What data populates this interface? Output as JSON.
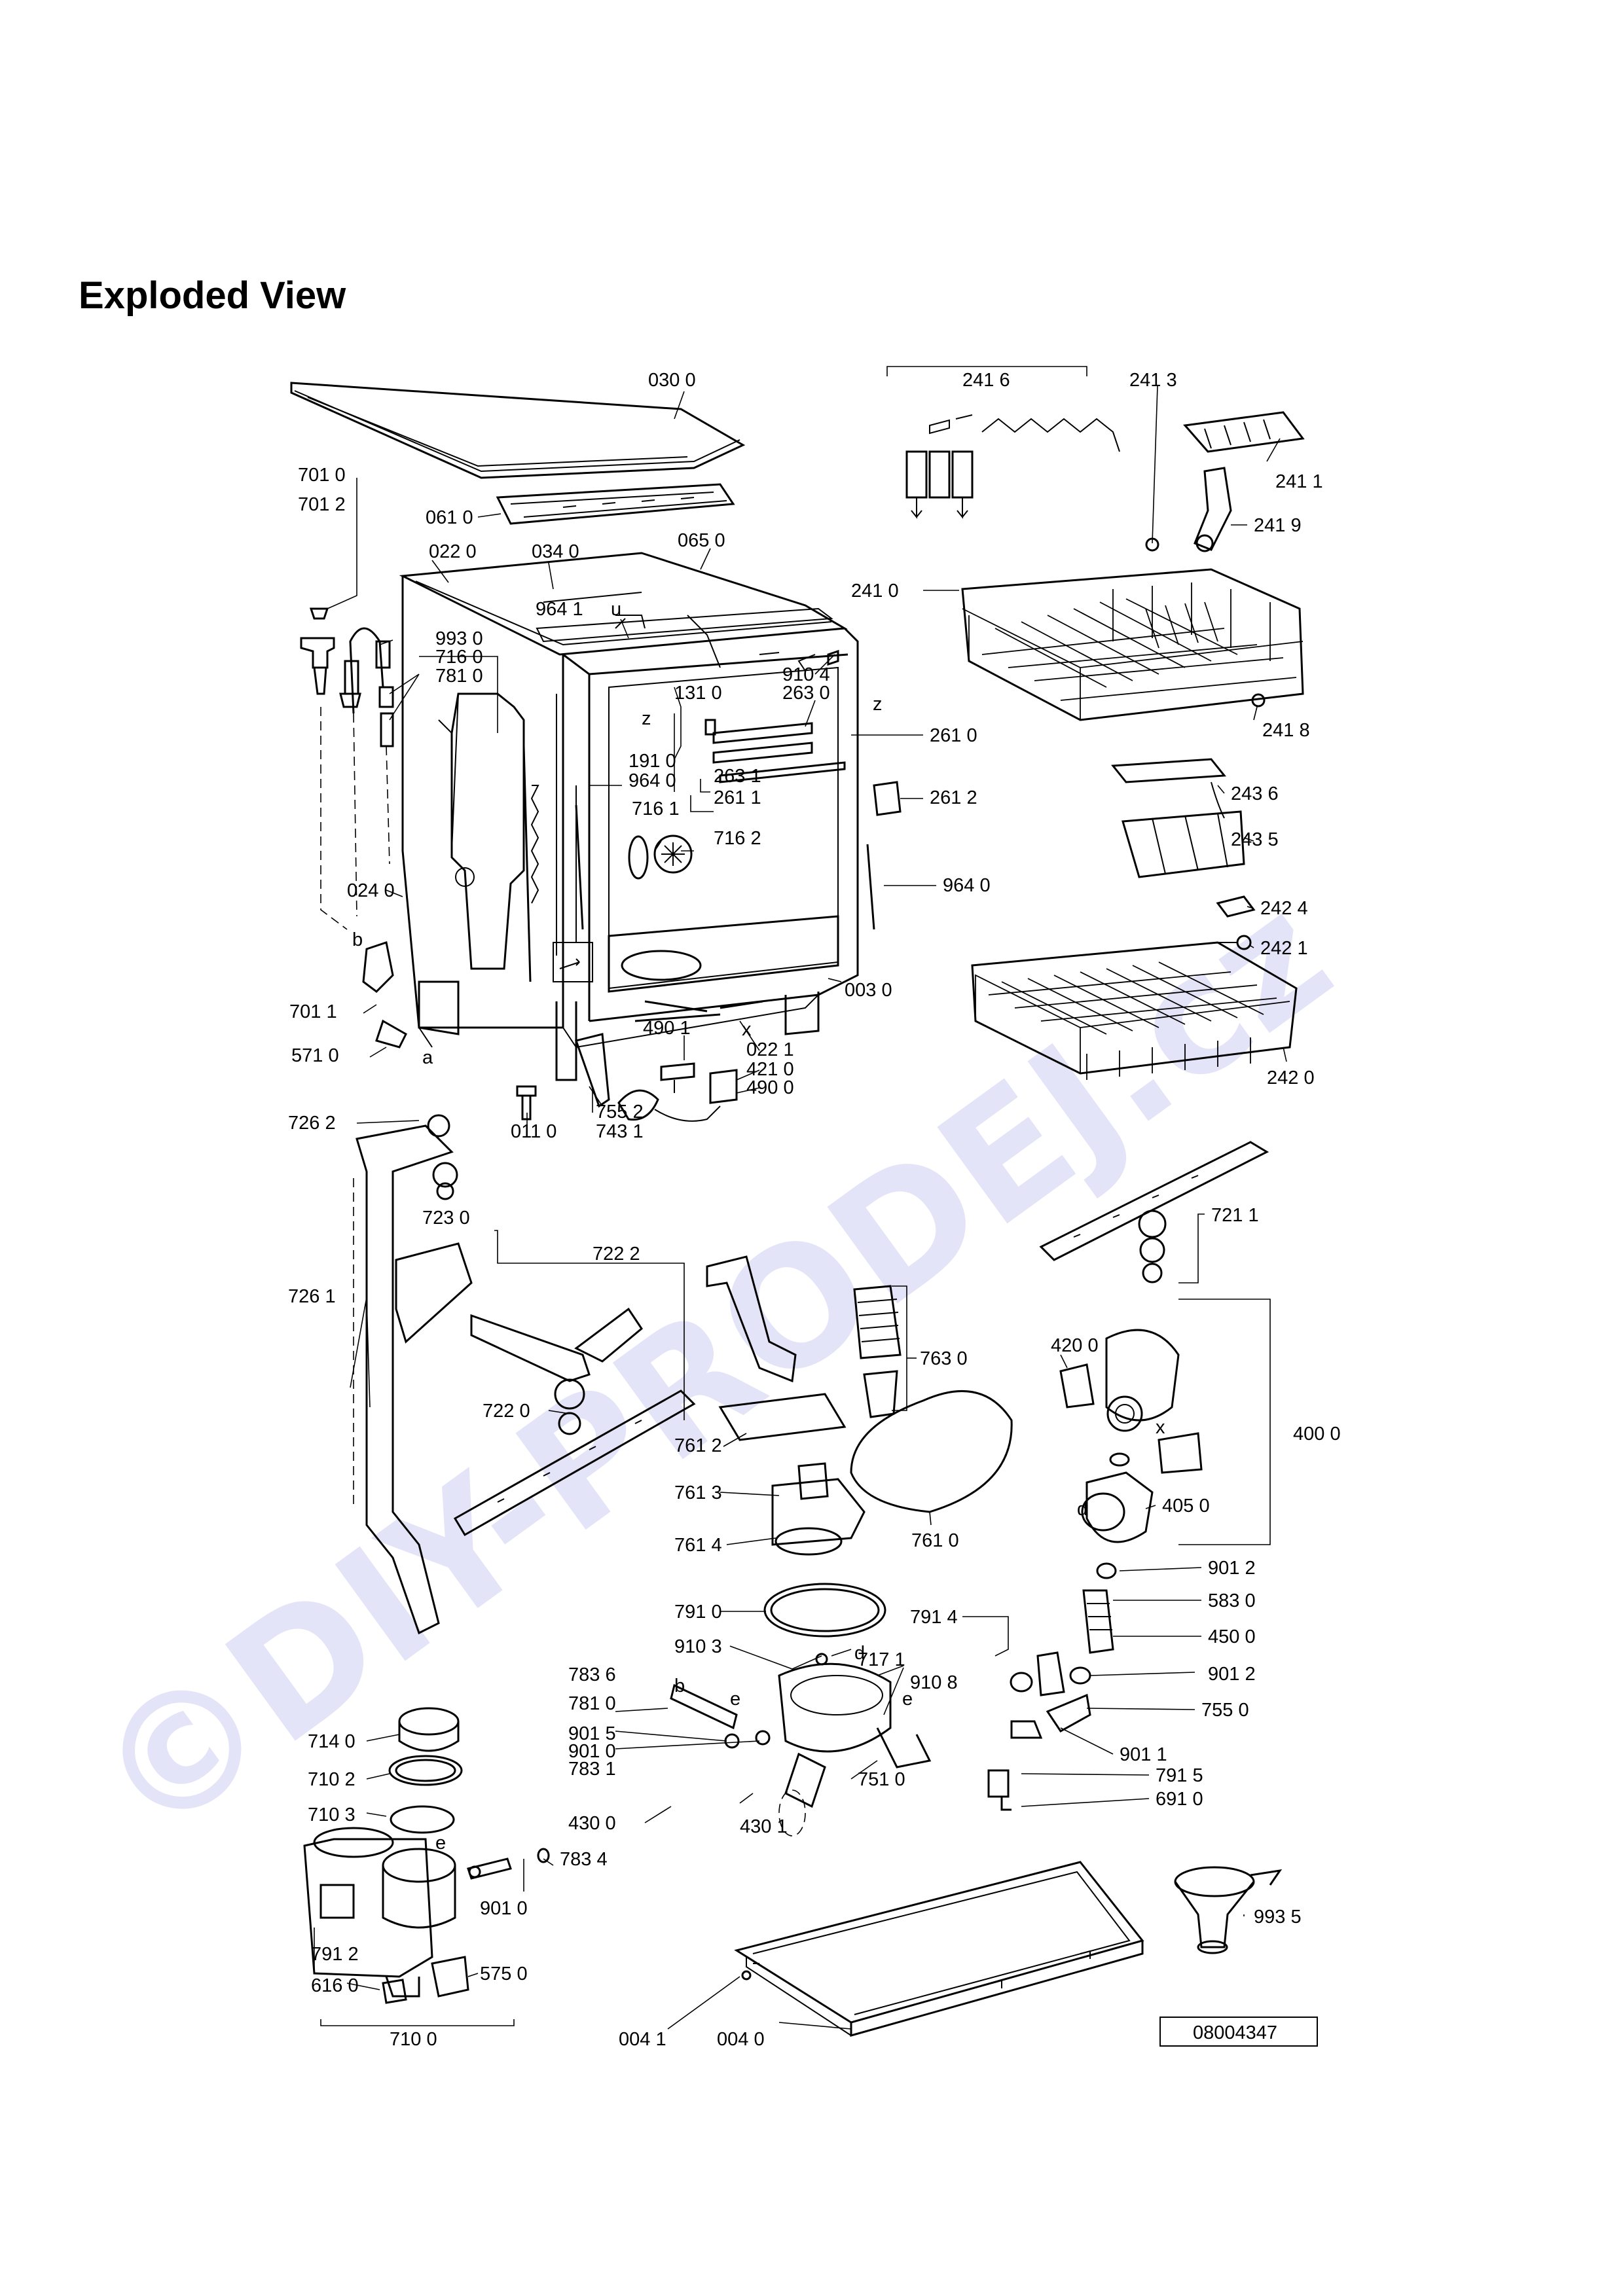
{
  "title": "Exploded View",
  "watermark": "©DIY-PRODEJ.cz",
  "drawing_number": "08004347",
  "letters": [
    "b",
    "a",
    "z",
    "u",
    "z",
    "x",
    "d",
    "e",
    "b",
    "d",
    "e",
    "x",
    "e"
  ],
  "labels": [
    "030 0",
    "701 0",
    "701 2",
    "061 0",
    "022 0",
    "034 0",
    "065 0",
    "964 1",
    "993 0",
    "716 0",
    "781 0",
    "910 4",
    "131 0",
    "263 0",
    "261 0",
    "191 0",
    "263 1",
    "964 0",
    "261 1",
    "261 2",
    "716 1",
    "716 2",
    "964 0",
    "024 0",
    "003 0",
    "701 1",
    "490 1",
    "571 0",
    "022 1",
    "421 0",
    "490 0",
    "755 2",
    "011 0",
    "743 1",
    "241 6",
    "241 3",
    "241 1",
    "241 9",
    "241 0",
    "241 8",
    "243 6",
    "243 5",
    "242 4",
    "242 1",
    "242 0",
    "726 2",
    "723 0",
    "722 2",
    "721 1",
    "726 1",
    "763 0",
    "420 0",
    "722 0",
    "761 2",
    "400 0",
    "761 3",
    "405 0",
    "761 4",
    "761 0",
    "901 2",
    "791 0",
    "583 0",
    "791 4",
    "910 3",
    "450 0",
    "783 6",
    "717 1",
    "901 2",
    "781 0",
    "910 8",
    "755 0",
    "901 5",
    "714 0",
    "901 0",
    "901 1",
    "791 5",
    "783 1",
    "710 2",
    "751 0",
    "691 0",
    "430 0",
    "710 3",
    "430 1",
    "783 4",
    "901 0",
    "993 5",
    "791 2",
    "575 0",
    "616 0",
    "710 0",
    "004 1",
    "004 0"
  ],
  "label_colors": {
    "lines": "#000000",
    "watermark": "#dcdcf6",
    "background": "#ffffff"
  }
}
